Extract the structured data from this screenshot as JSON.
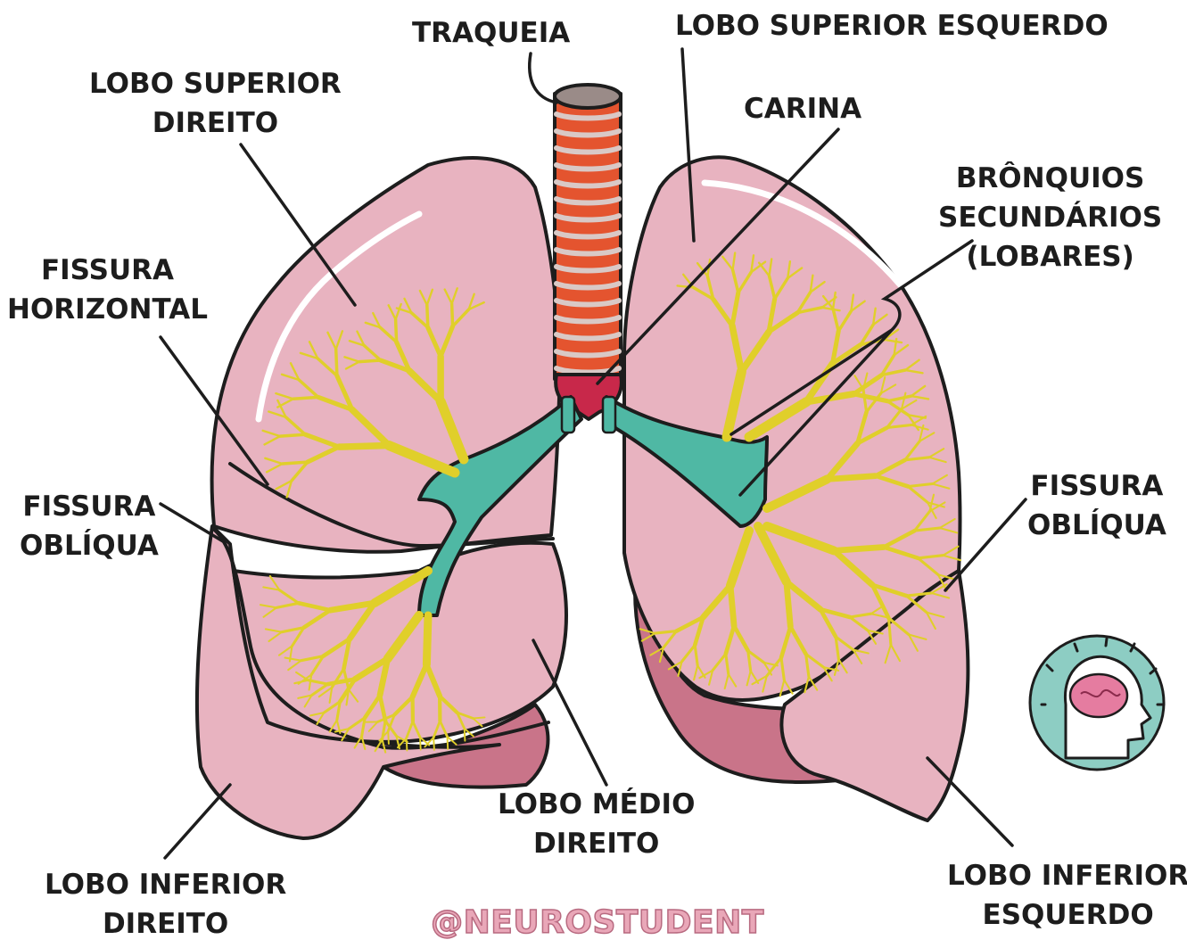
{
  "labels": {
    "traqueia": [
      "TRAQUEIA"
    ],
    "lobo_superior_esquerdo": [
      "LOBO SUPERIOR ESQUERDO"
    ],
    "lobo_superior_direito": [
      "LOBO SUPERIOR",
      "DIREITO"
    ],
    "carina": [
      "CARINA"
    ],
    "bronquios_secundarios": [
      "BRÔNQUIOS",
      "SECUNDÁRIOS",
      "(LOBARES)"
    ],
    "fissura_horizontal": [
      "FISSURA",
      "HORIZONTAL"
    ],
    "fissura_obliqua_direita": [
      "FISSURA",
      "OBLÍQUA"
    ],
    "fissura_obliqua_esquerda": [
      "FISSURA",
      "OBLÍQUA"
    ],
    "lobo_medio_direito": [
      "LOBO MÉDIO",
      "DIREITO"
    ],
    "lobo_inferior_direito": [
      "LOBO INFERIOR",
      "DIREITO"
    ],
    "lobo_inferior_esquerdo": [
      "LOBO INFERIOR",
      "ESQUERDO"
    ]
  },
  "watermark": "@NEUROSTUDENT",
  "colors": {
    "lung": "#e8b3c0",
    "lung_dark": "#c97489",
    "outline": "#1d1d1d",
    "trachea_ring": "#e4542f",
    "carina": "#c8284a",
    "main_bronchus": "#4fb8a4",
    "bronchioles": "#e0cf2a",
    "logo_bg": "#8dcdc3",
    "brain": "#e57ca0"
  },
  "icons": [
    "brain-head-logo-icon"
  ]
}
